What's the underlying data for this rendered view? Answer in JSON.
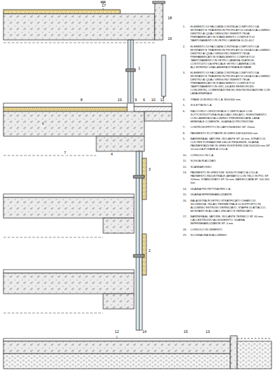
{
  "diagram": {
    "labels": [
      "17",
      "18",
      "16",
      "1",
      "8",
      "19",
      "9",
      "6",
      "10",
      "11",
      "7",
      "4",
      "5",
      "3",
      "2",
      "12",
      "14",
      "15",
      "13",
      "1-",
      "ELEMENTO DI FACCIATA CONTINUA COMPOSTO DA MONTANTI E TRAVERSI IN PROFILATI DI LEGA DI ALLUMINIO DENTRO AI QUALI VENGONO INSERITI TELAI PREFABBRICATI IN STABILIMENTO COMPLETI DI TAMPONAMENTO IN VETRO CAMERA 10-20-44.2",
      "2-",
      "ELEMENTO DI FACCIATA CONTINUA COMPOSTO DA MONTANTI E TRAVERSI IN PROFILATI DI LEGA DI ALLUMINIO DENTRO AI QUALI VENGONO INSERITI TELAI PREFABBRICATI IN STABILIMENTO COMPLETI DI TAMPONAMENTO IN VETRO CAMERA OKATECH, COSTITUITO DA SPECIALE VETRO CAMERA CON ALL'INTERNO UNA LAMIERA STIRATA IN RAME",
      "3-",
      "ELEMENTO DI FACCIATA CONTINUA COMPOSTO DA MONTANTI E TRAVERSI IN PROFILATI DI LEGA DI ALLUMINIO DENTRO AI QUALI VENGONO INSERITI TELAI PREFABBRICATI IN STABILIMENTO COMPLETI DI TAMPONAMENTO IN GRC (GLASS REINFORCED CONCRETE), COIBENTAZIONE ED INSONORIZZAZIONE CON LANA MINERALE",
      "4-",
      "TRAVE DI BORDO IN C.A. 800X400 mm",
      "5-",
      "SOLETTA IN C.A.",
      "6-",
      "RACCORDO ORIZZONTALE O VERTICALE CON SOTTOSTRUTTURA IN ACCIAIO ZINCATO, RIVESTIMENTO CON LAMIERA DI ALLUMINIO PREVERNICIATA, LANA MINERALE COIBENTE, GUAINA DI PROTEZIONE",
      "7-",
      "CONTROSOFFITTO IN CARTONGESSO SP. 15mm",
      "8-",
      "PAVIMENTO FLOTTANTE IN GRES DIM 600X600 mm",
      "9-",
      "BARRIERA AL VAPORE, ISOLANTE SP. 40 mm, STRATO DI CLS PER FORMAZIONE DELLE PENDENZE, GUAINA PAVIMENTAZIONE IN GRES IN ESTERNI DIM 200X200 mm SP. 14 mm DA POSARE A COLLA",
      "10-",
      "CORDOLO IN C.A.",
      "11-",
      "SOGLIA IN ACCIAIO",
      "12-",
      "SCANNAFOSSO",
      "13-",
      "PAVIMENTO IN GRES DIM. 30X60 POSATO A COLLA, PAVIMENTO INDUSTRIALE (ARMATO) CON TELO IN PVC SP. 100mm, STABILIZZATO SP. 50 mm, MASSICCIATA SP. 100-300 mm",
      "14-",
      "GUAINA PROTETTIVA PER C.A.",
      "15-",
      "GUAINA IMPERMEABILIZZANTE",
      "16-",
      "BALAUSTRA IN VETRO STRATIFICATO CHIARO DI SICUREZZA, TELAIO PERIMETRALE DI SUPPORTO IN ALLUMINIO ESTRUSO VERNICIATO, STAFFE DI ATTACCO, MONTANTI IN ACCIAIO ZINCATO E VERNICIATO",
      "17-",
      "BARRIERA AL VAPORE, ISOLANTE TERMICO SP. 60 mm, CALCESTRUZZO ALLEGGERITO, GUAINA IMPERMEABILIZZANTE SP. 4 mm",
      "18-",
      "CORDOLO IN CEMENTO",
      "19-",
      "SCOSSALINA IN ALLUMINIO"
    ]
  }
}
